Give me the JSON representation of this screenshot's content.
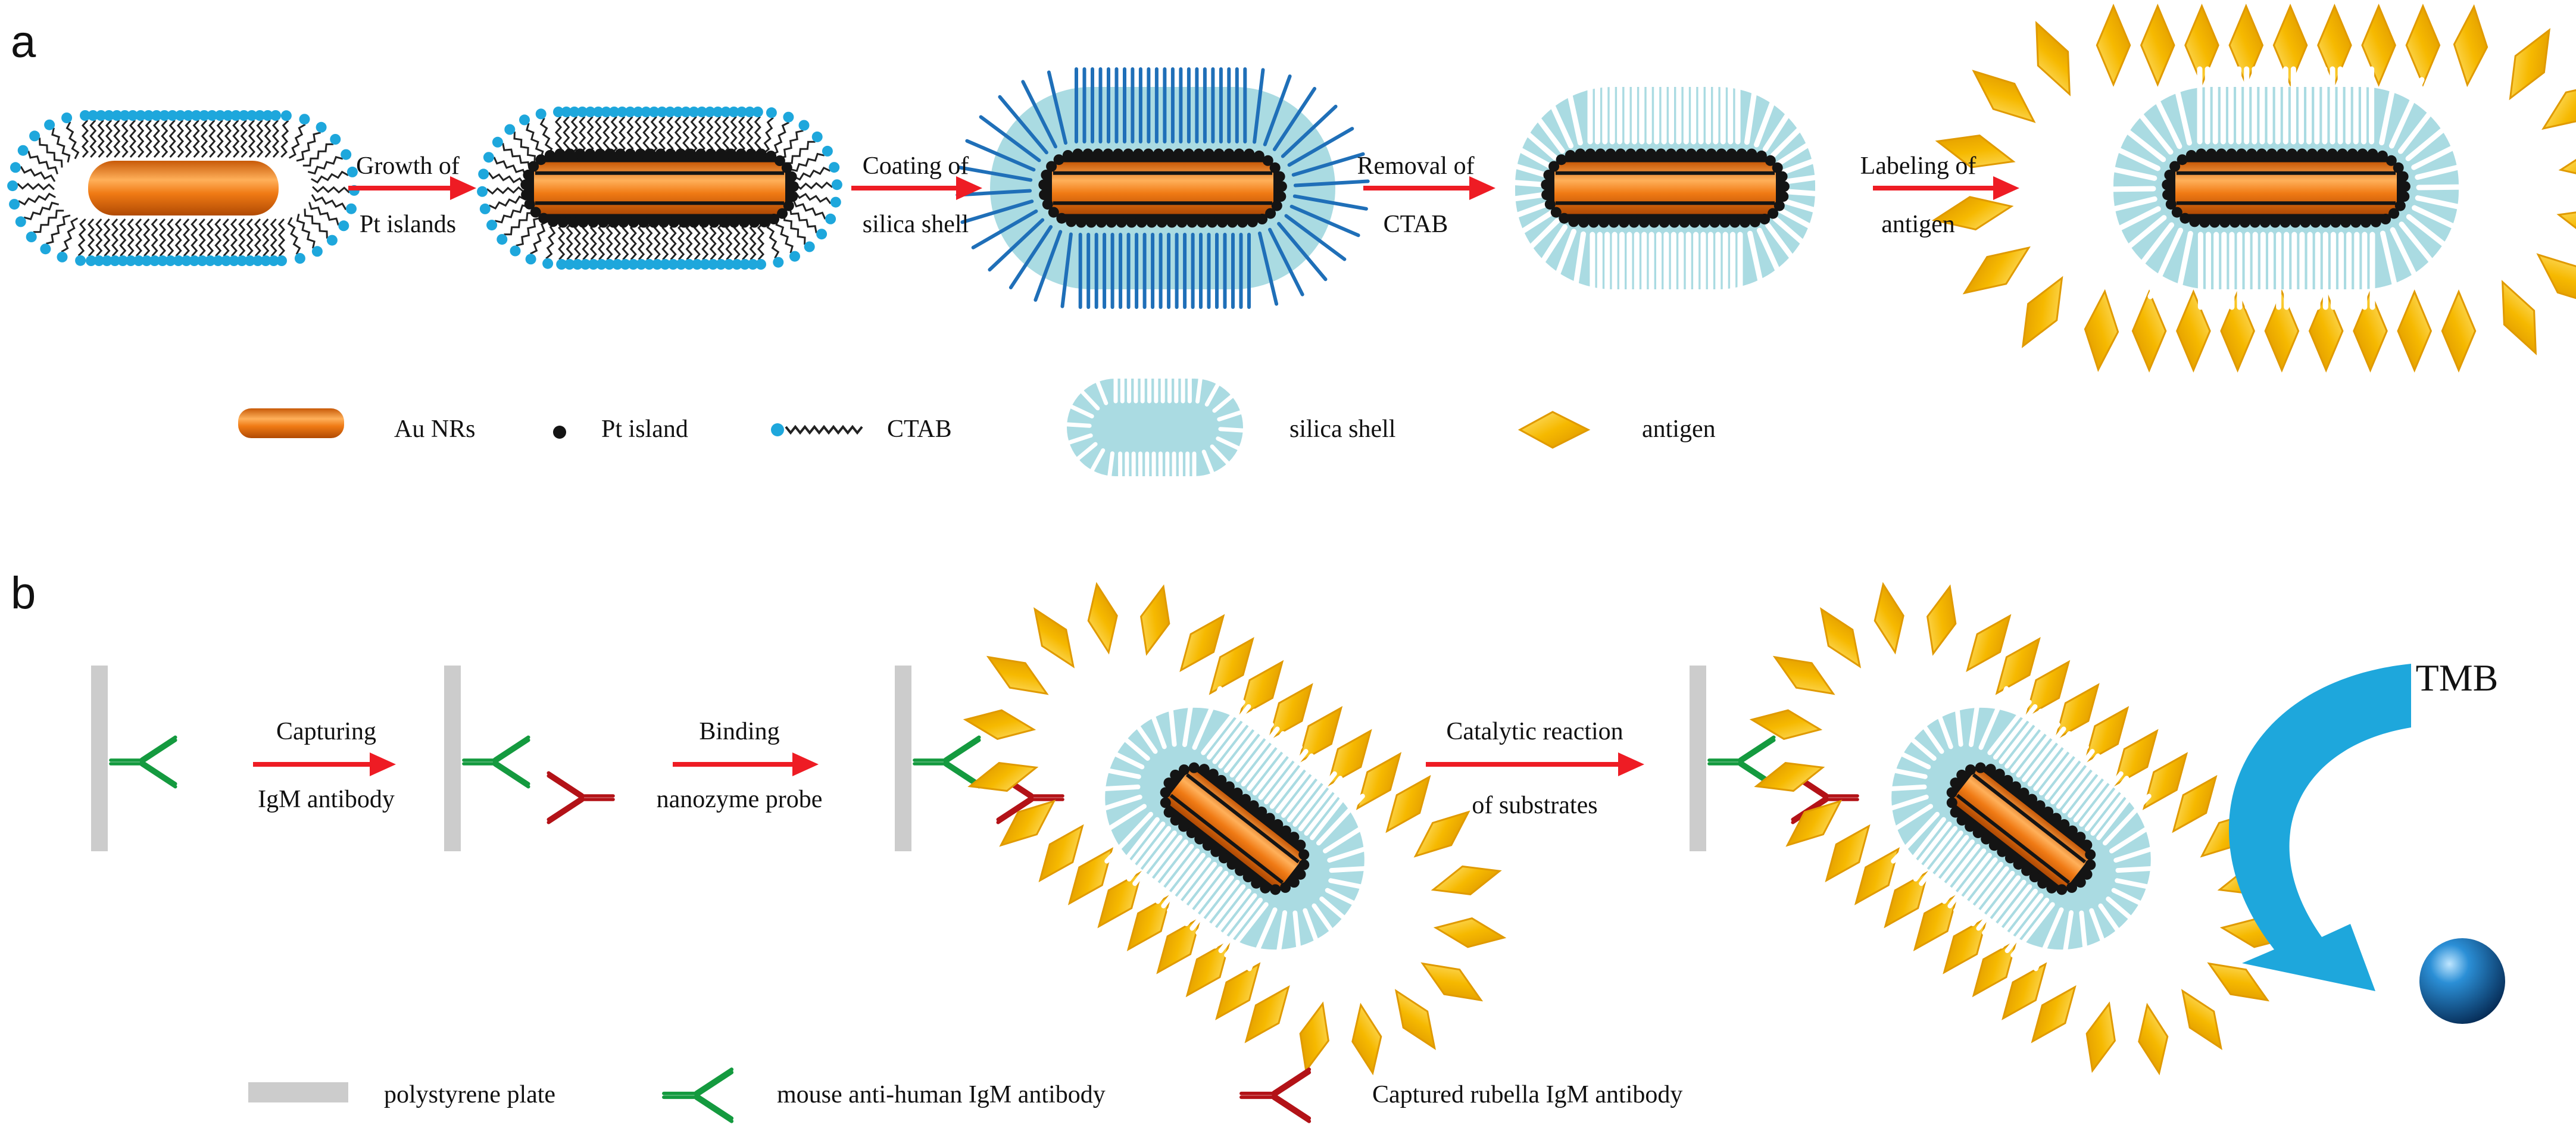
{
  "colors": {
    "gold_rod": "#f07a14",
    "gold_rod_highlight": "#ffc37a",
    "pt_island": "#141414",
    "ctab_head": "#1ea7dc",
    "ctab_tail": "#222222",
    "silica": "#aadbe2",
    "silica_pores": "#ffffff",
    "silica_ctab_channels": "#1f6fb8",
    "antigen": "#f6b900",
    "antigen_highlight": "#ffe066",
    "arrow": "#ee1c24",
    "plate": "#cccccc",
    "mouse_antibody": "#149a3f",
    "rubella_antibody": "#b31217",
    "tmb_arrow": "#1ea7dc",
    "product_sphere": "#1565a8"
  },
  "panel_a": {
    "letter": "a",
    "steps": [
      {
        "line1": "Growth of",
        "line2": "Pt  islands"
      },
      {
        "line1": "Coating of",
        "line2": "silica shell"
      },
      {
        "line1": "Removal of",
        "line2": "CTAB"
      },
      {
        "line1": "Labeling of",
        "line2": "antigen"
      }
    ],
    "legend": [
      {
        "label": "Au NRs",
        "icon": "gold-nanorod-icon"
      },
      {
        "label": "Pt  island",
        "icon": "pt-dot-icon"
      },
      {
        "label": "CTAB",
        "icon": "ctab-molecule-icon"
      },
      {
        "label": "silica shell",
        "icon": "silica-shell-icon"
      },
      {
        "label": "antigen",
        "icon": "antigen-diamond-icon"
      }
    ]
  },
  "panel_b": {
    "letter": "b",
    "steps": [
      {
        "line1": "Capturing",
        "line2": "IgM antibody"
      },
      {
        "line1": "Binding",
        "line2": "nanozyme probe"
      },
      {
        "line1": "Catalytic reaction",
        "line2": "of substrates"
      }
    ],
    "tmb": "TMB",
    "legend": [
      {
        "label": "polystyrene plate",
        "icon": "plate-bar-icon"
      },
      {
        "label": "mouse anti-human IgM antibody",
        "icon": "green-antibody-icon"
      },
      {
        "label": "Captured rubella IgM antibody",
        "icon": "red-antibody-icon"
      }
    ]
  }
}
